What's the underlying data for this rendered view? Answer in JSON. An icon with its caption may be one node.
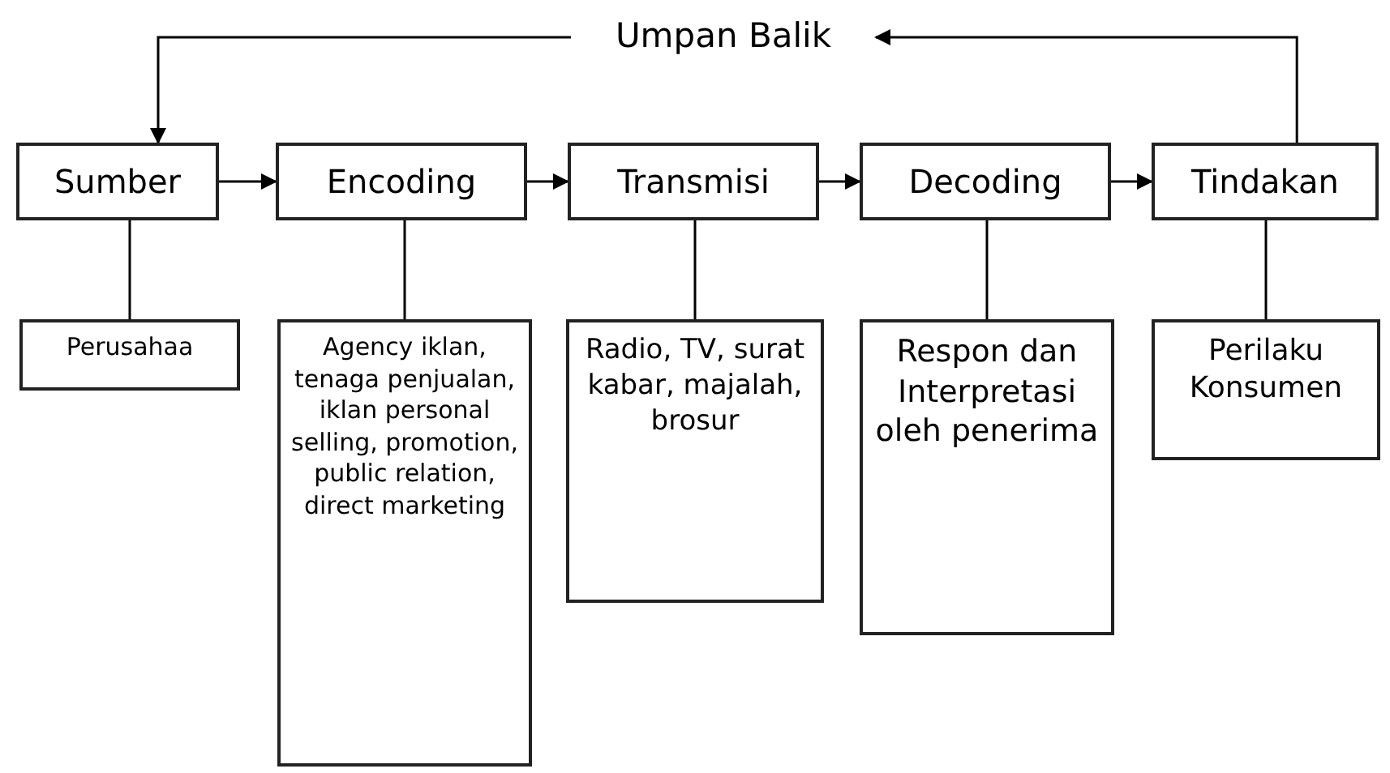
{
  "diagram": {
    "nodes": [
      {
        "text": [
          "Umpan Balik"
        ]
      },
      {
        "text": [
          "Sumber"
        ]
      },
      {
        "text": [
          "Encoding"
        ]
      },
      {
        "text": [
          "Transmisi"
        ]
      },
      {
        "text": [
          "Decoding"
        ]
      },
      {
        "text": [
          "Tindakan"
        ]
      },
      {
        "text": [
          "Perusahaa"
        ]
      },
      {
        "text": [
          "Agency iklan, tenaga penjualan, iklan personal selling, promotion, public relation, direct marketing"
        ]
      },
      {
        "text": [
          "Radio, TV, surat kabar, majalah, brosur"
        ]
      },
      {
        "text": [
          "Respon dan Interpretasi oleh penerima"
        ]
      },
      {
        "text": [
          "Perilaku Konsumen"
        ]
      }
    ],
    "edges": [
      {
        "from": 1,
        "to": 2,
        "arrow": "to"
      },
      {
        "from": 2,
        "to": 3,
        "arrow": "to"
      },
      {
        "from": 3,
        "to": 4,
        "arrow": "to"
      },
      {
        "from": 4,
        "to": 5,
        "arrow": "to"
      },
      {
        "from": 5,
        "to": 0,
        "arrow": "to"
      },
      {
        "from": 0,
        "to": 1,
        "arrow": "to"
      },
      {
        "from": 1,
        "to": 6,
        "arrow": "none"
      },
      {
        "from": 2,
        "to": 7,
        "arrow": "none"
      },
      {
        "from": 3,
        "to": 8,
        "arrow": "none"
      },
      {
        "from": 4,
        "to": 9,
        "arrow": "none"
      },
      {
        "from": 5,
        "to": 10,
        "arrow": "none"
      }
    ]
  }
}
